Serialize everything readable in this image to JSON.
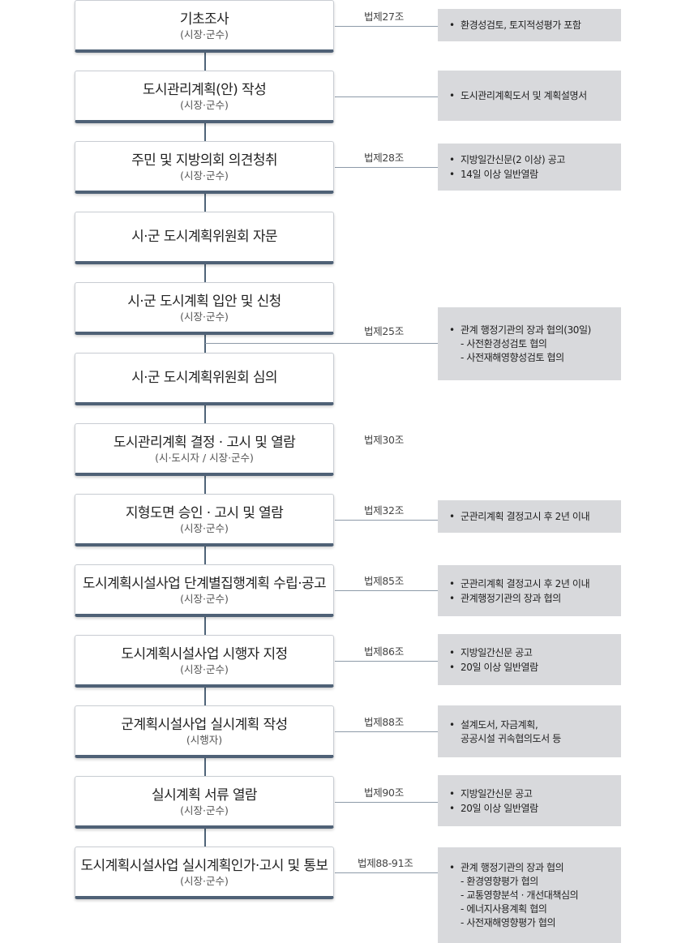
{
  "steps": [
    {
      "title": "기초조사",
      "sub": "(시장·군수)",
      "law": "법제27조",
      "notes": [
        {
          "b": "환경성검토, 토지적성평가 포함"
        }
      ]
    },
    {
      "title": "도시관리계획(안) 작성",
      "sub": "(시장·군수)",
      "law": "",
      "notes": [
        {
          "b": "도시관리계획도서 및 계획설명서"
        }
      ]
    },
    {
      "title": "주민 및 지방의회 의견청취",
      "sub": "(시장·군수)",
      "law": "법제28조",
      "notes": [
        {
          "b": "지방일간신문(2 이상) 공고"
        },
        {
          "b": "14일 이상 일반열람"
        }
      ]
    },
    {
      "title": "시·군 도시계획위원회 자문",
      "sub": "",
      "law": "",
      "notes": []
    },
    {
      "title": "시·군 도시계획 입안 및 신청",
      "sub": "(시장·군수)",
      "law": "",
      "notes": []
    },
    {
      "title": "시·군 도시계획위원회 심의",
      "sub": "",
      "law": "",
      "notes": []
    },
    {
      "title": "도시관리계획 결정 · 고시 및 열람",
      "sub": "(시·도시자 / 시장·군수)",
      "law": "법제30조",
      "notes": []
    },
    {
      "title": "지형도면 승인 · 고시 및 열람",
      "sub": "(시장·군수)",
      "law": "법제32조",
      "notes": [
        {
          "b": "군관리계획 결정고시 후 2년 이내"
        }
      ]
    },
    {
      "title": "도시계획시설사업 단계별집행계획 수립·공고",
      "sub": "(시장·군수)",
      "law": "법제85조",
      "notes": [
        {
          "b": "군관리계획 결정고시 후 2년 이내"
        },
        {
          "b": "관계행정기관의 장과 협의"
        }
      ]
    },
    {
      "title": "도시계획시설사업 시행자 지정",
      "sub": "(시장·군수)",
      "law": "법제86조",
      "notes": [
        {
          "b": "지방일간신문 공고"
        },
        {
          "b": "20일 이상 일반열람"
        }
      ]
    },
    {
      "title": "군계획시설사업 실시계획 작성",
      "sub": "(시행자)",
      "law": "법제88조",
      "notes": [
        {
          "b": "설계도서, 자금계획,"
        },
        {
          "d": "공공시설 귀속협의도서 등"
        }
      ]
    },
    {
      "title": "실시계획 서류 열람",
      "sub": "(시장·군수)",
      "law": "법제90조",
      "notes": [
        {
          "b": "지방일간신문 공고"
        },
        {
          "b": "20일 이상 일반열람"
        }
      ]
    },
    {
      "title": "도시계획시설사업 실시계획인가·고시 및 통보",
      "sub": "(시장·군수)",
      "law": "법제88-91조",
      "notes": [
        {
          "b": "관계 행정기관의 장과 협의"
        },
        {
          "d": "- 환경영향평가 협의"
        },
        {
          "d": "- 교통영향분석 · 개선대책심의"
        },
        {
          "d": "- 에너지사용계획 협의"
        },
        {
          "d": "- 사전재해영향평가 협의"
        }
      ]
    }
  ],
  "consult": {
    "law": "법제25조",
    "notes": [
      {
        "b": "관계 행정기관의 장과 협의(30일)"
      },
      {
        "d": "- 사전환경성검토 협의"
      },
      {
        "d": "- 사전재해영향성검토 협의"
      }
    ]
  }
}
